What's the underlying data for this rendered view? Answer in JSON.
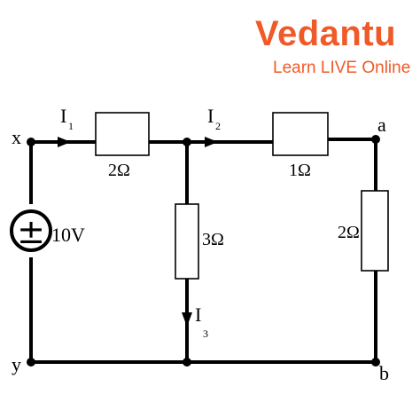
{
  "logo": {
    "brand": "Vedantu",
    "tagline": "Learn LIVE Online",
    "color": "#f05a28"
  },
  "circuit": {
    "nodes": {
      "x": "x",
      "y": "y",
      "a": "a",
      "b": "b"
    },
    "source": {
      "voltage": "10V",
      "symbol": "±"
    },
    "resistors": {
      "r_top_left": "2Ω",
      "r_top_right": "1Ω",
      "r_middle": "3Ω",
      "r_right": "2Ω"
    },
    "currents": {
      "i1": {
        "base": "I",
        "sub": "1"
      },
      "i2": {
        "base": "I",
        "sub": "2"
      },
      "i3": {
        "base": "I",
        "sub": "3"
      }
    },
    "wire_color": "#000000"
  }
}
